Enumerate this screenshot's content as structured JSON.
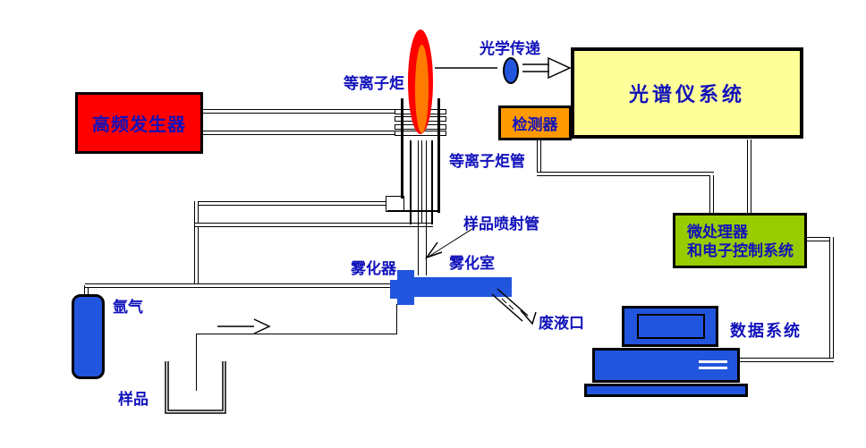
{
  "labels": {
    "generator": "高频发生器",
    "plasma_torch": "等离子炬",
    "optical_transfer": "光学传递",
    "spectrometer_system": "光谱仪系统",
    "detector": "检测器",
    "plasma_torch_tube": "等离子炬管",
    "sample_injector_tube": "样品喷射管",
    "nebulizer": "雾化器",
    "spray_chamber": "雾化室",
    "waste_outlet": "废液口",
    "argon_gas": "氩气",
    "sample": "样品",
    "controller_line1": "微处理器",
    "controller_line2": "和电子控制系统",
    "data_system": "数据系统"
  },
  "colors": {
    "generator_red": "#FF0000",
    "flame_outer_red": "#FF0000",
    "flame_inner_orange": "#FF7A00",
    "spectrometer_yellow": "#FFFF99",
    "detector_orange": "#FF9900",
    "controller_green": "#99CC00",
    "device_blue": "#2255DD",
    "label_text_blue": "#1111BB",
    "line_black": "#000000",
    "background_white": "#FFFFFF"
  }
}
